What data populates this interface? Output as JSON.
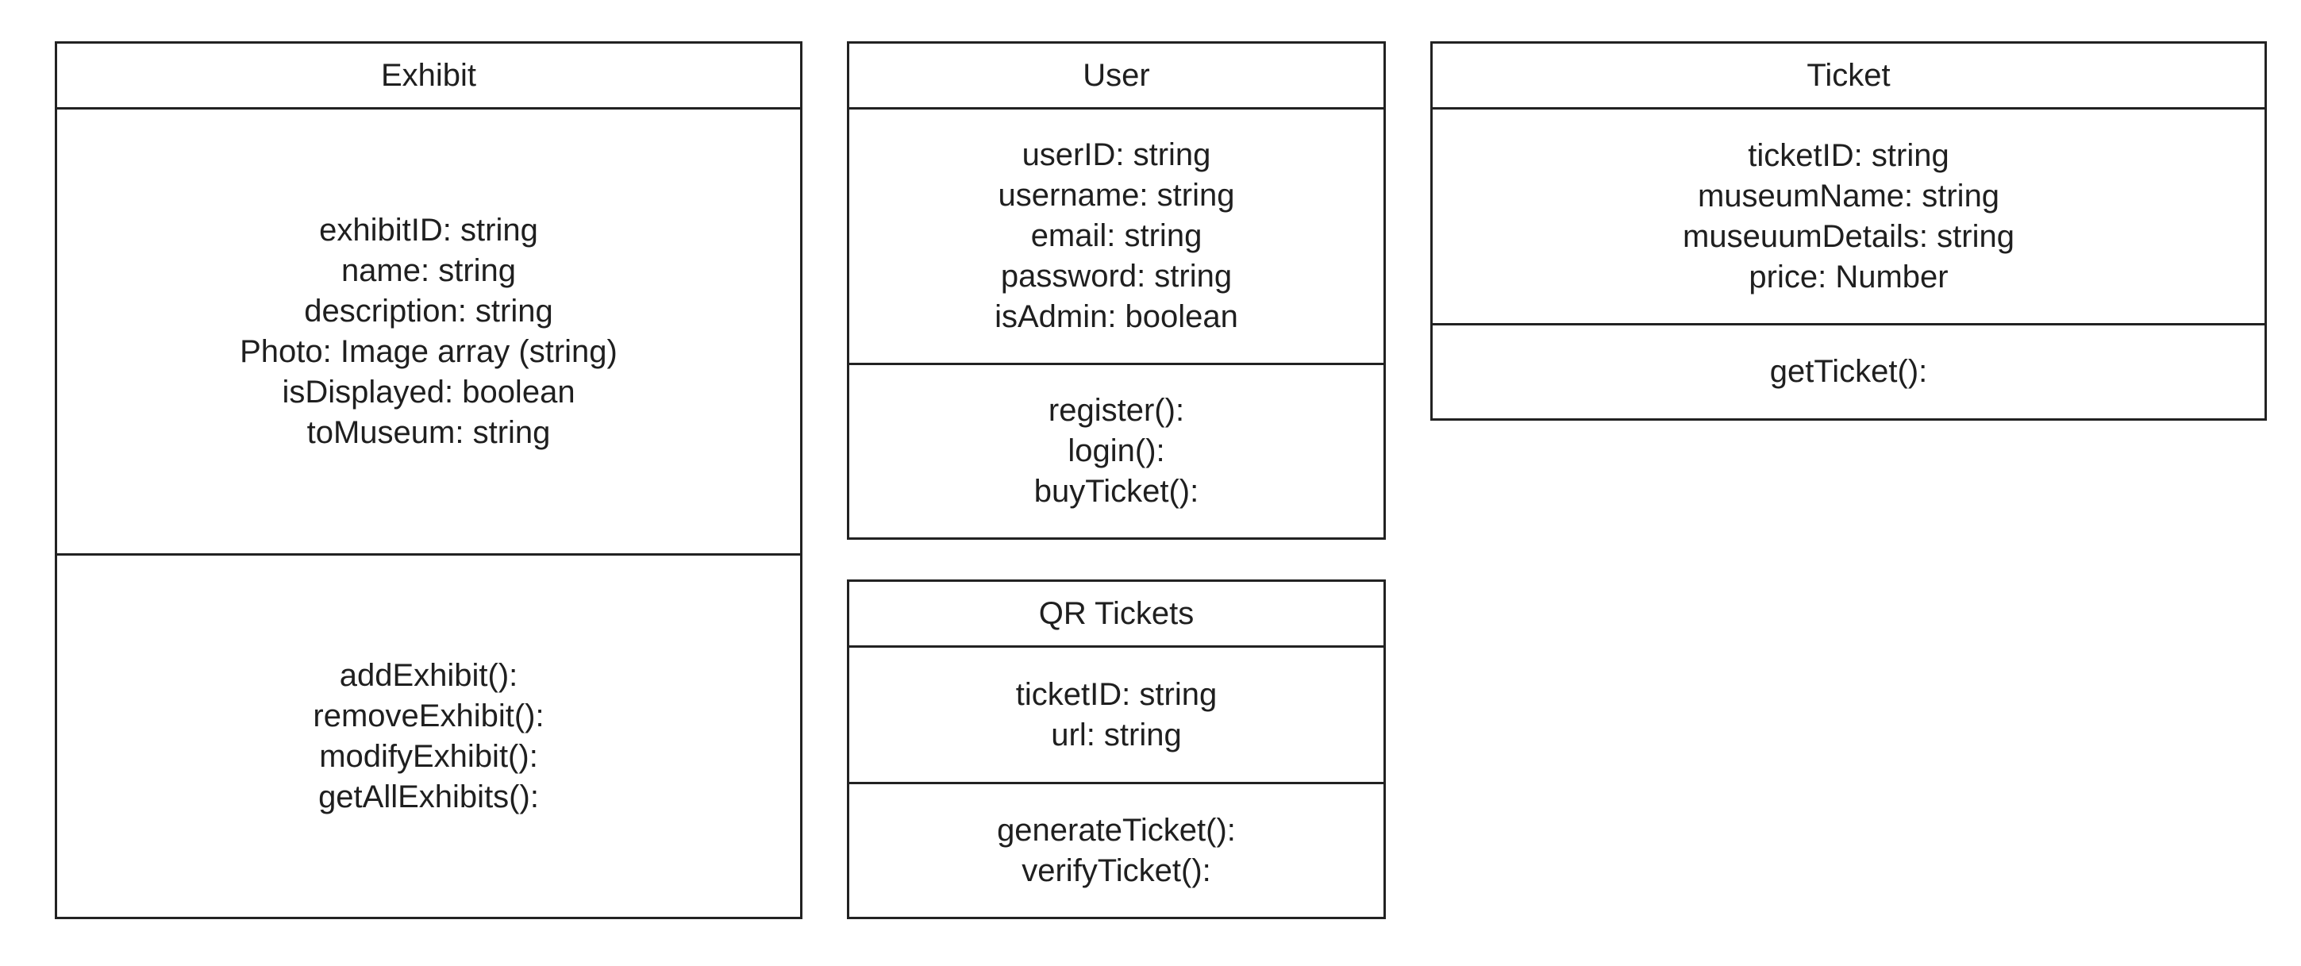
{
  "diagram": {
    "classes": [
      {
        "key": "exhibit",
        "name": "Exhibit",
        "attributes": [
          "exhibitID: string",
          "name: string",
          "description: string",
          "Photo: Image array (string)",
          "isDisplayed: boolean",
          "toMuseum: string"
        ],
        "methods": [
          "addExhibit():",
          "removeExhibit():",
          "modifyExhibit():",
          "getAllExhibits():"
        ]
      },
      {
        "key": "user",
        "name": "User",
        "attributes": [
          "userID: string",
          "username: string",
          "email: string",
          "password: string",
          "isAdmin: boolean"
        ],
        "methods": [
          "register():",
          "login():",
          "buyTicket():"
        ]
      },
      {
        "key": "qr-tickets",
        "name": "QR Tickets",
        "attributes": [
          "ticketID: string",
          "url: string"
        ],
        "methods": [
          "generateTicket():",
          "verifyTicket():"
        ]
      },
      {
        "key": "ticket",
        "name": "Ticket",
        "attributes": [
          "ticketID: string",
          "museumName: string",
          "museuumDetails: string",
          "price: Number"
        ],
        "methods": [
          "getTicket():"
        ]
      }
    ]
  }
}
